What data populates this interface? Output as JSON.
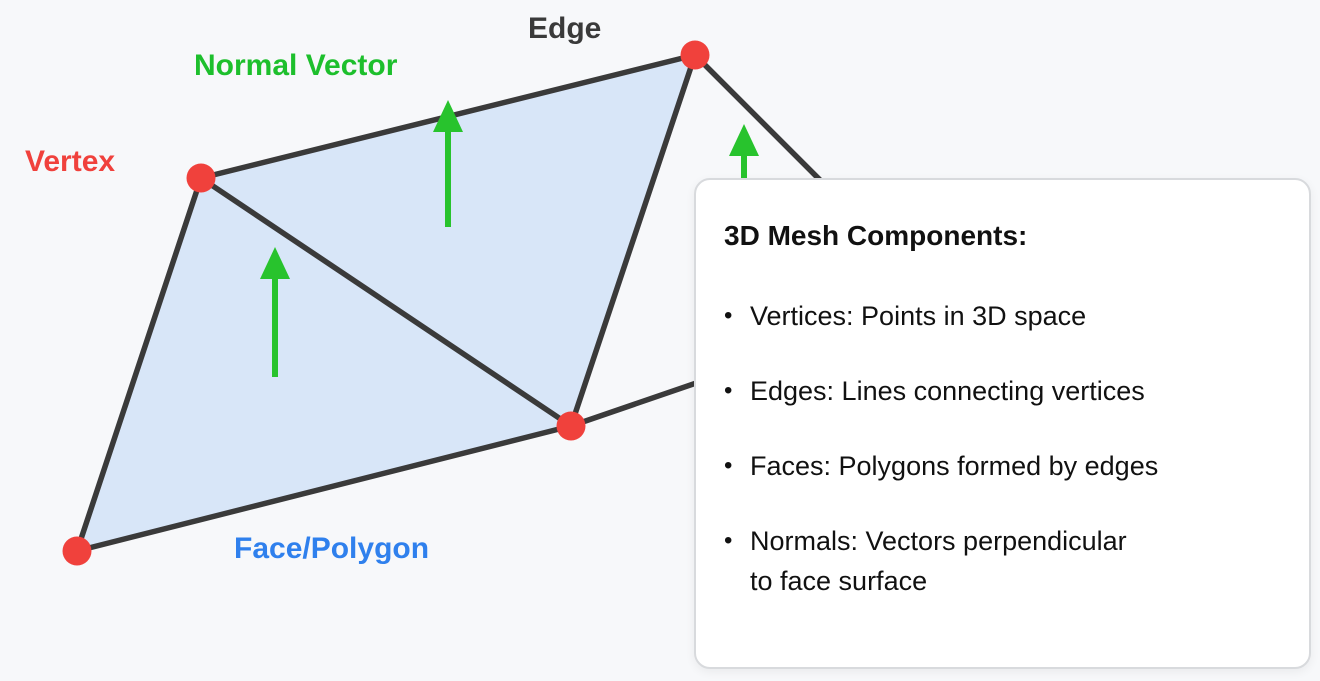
{
  "page": {
    "background": "#f7f8fa"
  },
  "diagram": {
    "labels": {
      "edge": "Edge",
      "normal_vector": "Normal Vector",
      "vertex": "Vertex",
      "face": "Face/Polygon"
    },
    "colors": {
      "face_fill": "#d8e6f8",
      "edge_stroke": "#3a3a3a",
      "vertex": "#f0413c",
      "normal": "#28c32d",
      "edge_label": "#3a3a3a",
      "normal_vector_label": "#1dbf2c",
      "vertex_label": "#f0413c",
      "face_label": "#2f80ed"
    }
  },
  "info_box": {
    "title": "3D Mesh Components:",
    "bullet_char": "•",
    "bullets": [
      "Vertices: Points in 3D space",
      "Edges: Lines connecting vertices",
      "Faces: Polygons formed by edges",
      "Normals: Vectors perpendicular\nto face surface"
    ]
  }
}
